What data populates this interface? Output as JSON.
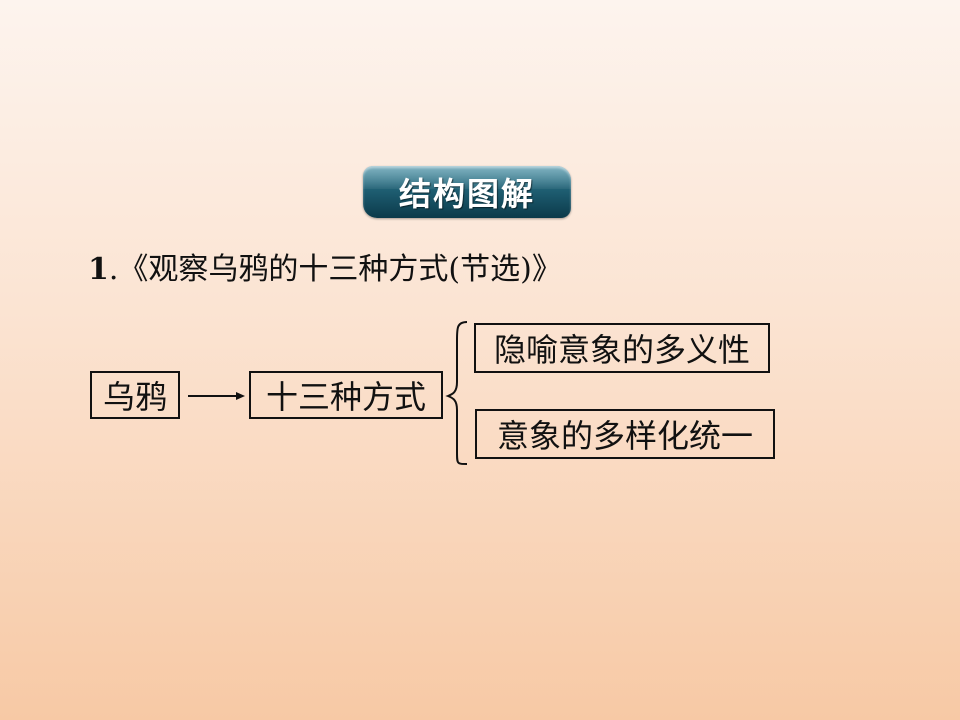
{
  "badge": {
    "label": "结构图解"
  },
  "heading": {
    "number": "1",
    "separator": ".",
    "title": "《观察乌鸦的十三种方式(节选)》"
  },
  "diagram": {
    "root": "乌鸦",
    "middle": "十三种方式",
    "branches": [
      "隐喻意象的多义性",
      "意象的多样化统一"
    ]
  },
  "colors": {
    "badge_top": "#3f8ca2",
    "badge_bottom": "#0b3a4a",
    "background_top": "#fdf4ee",
    "background_bottom": "#f7c9a5",
    "line": "#111111"
  }
}
